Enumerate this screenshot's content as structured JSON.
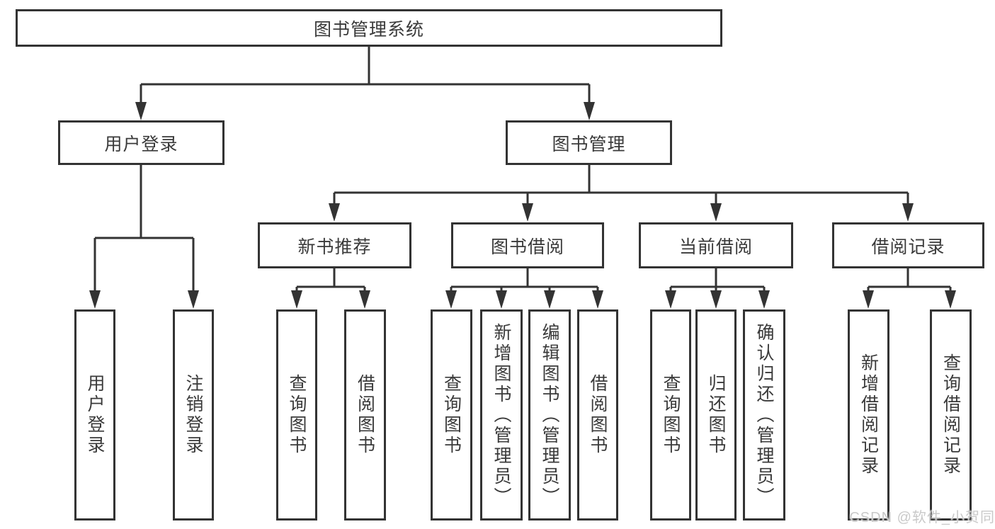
{
  "diagram": {
    "type": "tree",
    "root": {
      "label": "图书管理系统"
    },
    "branches": [
      {
        "label": "用户登录",
        "children": [
          {
            "label": "用户登录"
          },
          {
            "label": "注销登录"
          }
        ]
      },
      {
        "label": "图书管理",
        "children": [
          {
            "label": "新书推荐",
            "children": [
              {
                "label": "查询图书"
              },
              {
                "label": "借阅图书"
              }
            ]
          },
          {
            "label": "图书借阅",
            "children": [
              {
                "label": "查询图书"
              },
              {
                "label": "新增图书（管理员）"
              },
              {
                "label": "编辑图书（管理员）"
              },
              {
                "label": "借阅图书"
              }
            ]
          },
          {
            "label": "当前借阅",
            "children": [
              {
                "label": "查询图书"
              },
              {
                "label": "归还图书"
              },
              {
                "label": "确认归还（管理员）"
              }
            ]
          },
          {
            "label": "借阅记录",
            "children": [
              {
                "label": "新增借阅记录"
              },
              {
                "label": "查询借阅记录"
              }
            ]
          }
        ]
      }
    ]
  },
  "watermark": {
    "text": "CSDN @软件_小贺同学"
  },
  "colors": {
    "line": "#333333",
    "box_border": "#333333",
    "text": "#3a3a3a",
    "background": "#ffffff",
    "watermark": "#c9c9c9"
  }
}
